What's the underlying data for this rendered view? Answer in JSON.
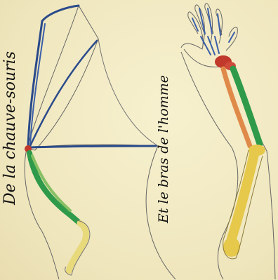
{
  "captions": {
    "bat": "De la chauve-souris",
    "human": "Et le bras de l'homme"
  },
  "figures": [
    {
      "name": "bat-wing",
      "bones": [
        "finger-bones",
        "forearm",
        "humerus",
        "wrist-joint"
      ]
    },
    {
      "name": "human-arm",
      "bones": [
        "hand",
        "wrist",
        "ulna",
        "radius",
        "elbow",
        "humerus"
      ]
    }
  ],
  "colors": {
    "paper": "#f4edc6",
    "finger_bones": "#2a4a8a",
    "joint": "#c0392b",
    "ulna": "#2e9a4a",
    "radius": "#e08a4a",
    "humerus": "#e6c84a",
    "outline": "#555555"
  }
}
